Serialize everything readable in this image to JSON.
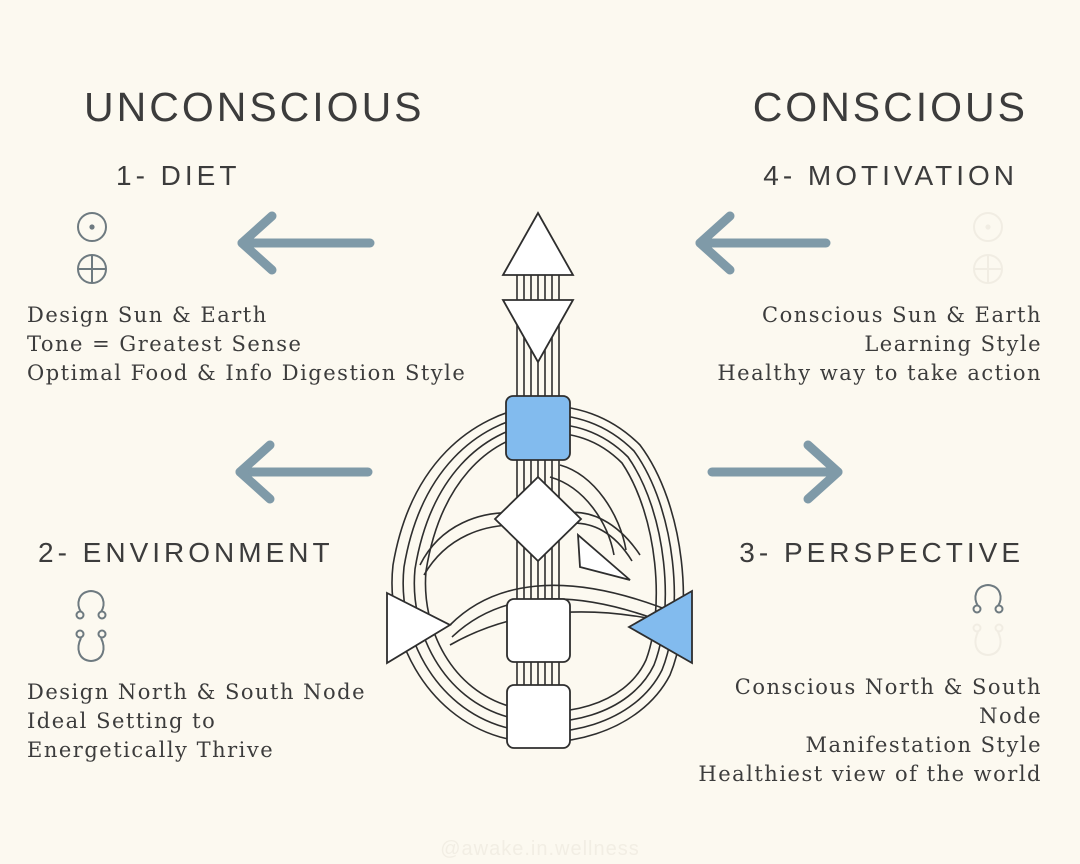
{
  "headings": {
    "left": "UNCONSCIOUS",
    "right": "CONSCIOUS"
  },
  "sections": {
    "diet": {
      "title": "1- DIET",
      "lines": [
        "Design Sun & Earth",
        "Tone = Greatest Sense",
        "Optimal Food & Info Digestion Style"
      ],
      "icons": [
        "sun-symbol-icon",
        "earth-symbol-icon"
      ]
    },
    "motivation": {
      "title": "4- MOTIVATION",
      "lines": [
        "Conscious Sun & Earth",
        "Learning Style",
        "Healthy way to take action"
      ],
      "icons": [
        "sun-symbol-icon",
        "earth-symbol-icon"
      ]
    },
    "environment": {
      "title": "2- ENVIRONMENT",
      "lines": [
        "Design North & South Node",
        "Ideal Setting to",
        "Energetically Thrive"
      ],
      "icons": [
        "north-node-icon",
        "south-node-icon"
      ]
    },
    "perspective": {
      "title": "3- PERSPECTIVE",
      "lines": [
        "Conscious North & South",
        "Node",
        "Manifestation Style",
        "Healthiest view of the world"
      ],
      "icons": [
        "north-node-icon",
        "south-node-icon"
      ]
    }
  },
  "arrows": [
    {
      "name": "diet-arrow",
      "direction": "left"
    },
    {
      "name": "motivation-arrow",
      "direction": "left"
    },
    {
      "name": "environment-arrow",
      "direction": "left"
    },
    {
      "name": "perspective-arrow",
      "direction": "right"
    }
  ],
  "colors": {
    "background": "#fcf9f0",
    "text": "#3c3c3c",
    "arrow": "#7f9aa8",
    "defined_center": "#82bbee",
    "icon_dark": "#6e7a80",
    "icon_light": "#f4f1e9"
  },
  "watermark": "@awake.in.wellness"
}
